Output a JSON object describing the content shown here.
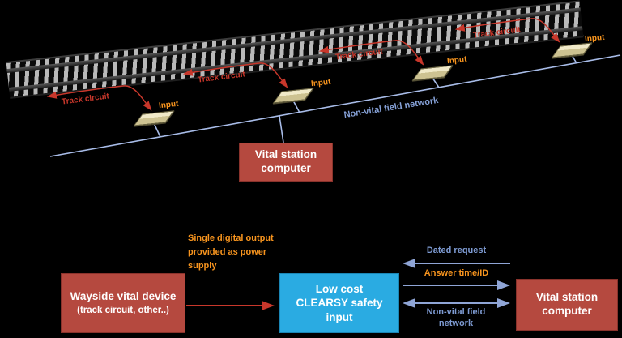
{
  "top_diagram": {
    "track_circuit_labels": [
      "Track circuit",
      "Track circuit",
      "Track circuit",
      "Track circuit"
    ],
    "input_labels": [
      "Input",
      "Input",
      "Input",
      "Input"
    ],
    "network_label": "Non-vital field network",
    "station_computer_label": "Vital station computer"
  },
  "bottom_diagram": {
    "wayside_device": {
      "title": "Wayside vital device",
      "subtitle": "(track circuit, other..)"
    },
    "power_supply_note": "Single digital output provided as power supply",
    "clearsy_input_label": "Low cost CLEARSY safety input",
    "station_computer_label": "Vital station computer",
    "dated_request_label": "Dated request",
    "answer_label": "Answer time/ID",
    "network_label": "Non-vital field network"
  },
  "colors": {
    "background": "#000000",
    "box_red": "#b5493f",
    "box_cyan": "#2aabe2",
    "red_arrow": "#c8372b",
    "orange_text": "#f7941e",
    "network_line_blue": "#a8bce8",
    "blue_text": "#7e9bd3"
  }
}
